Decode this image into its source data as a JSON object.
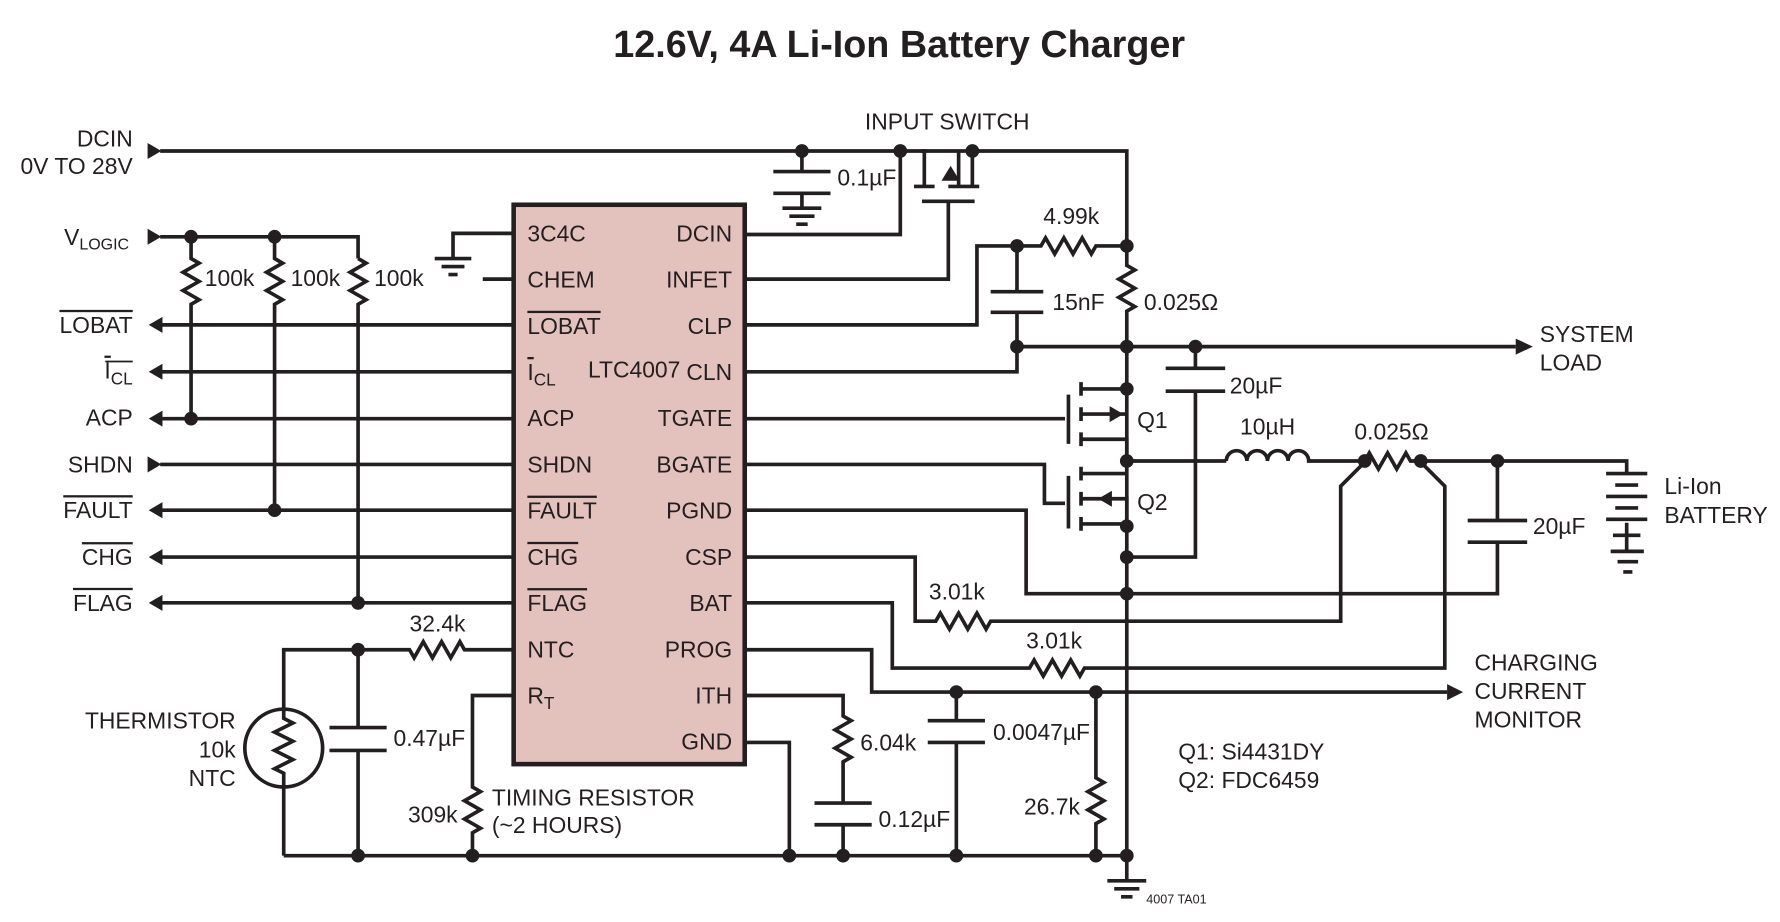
{
  "title": "12.6V, 4A Li-Ion Battery Charger",
  "ic": {
    "name": "LTC4007",
    "fill_color": "#e3c1bc",
    "left_pins": [
      "3C4C",
      "CHEM",
      "LOBAT",
      "ICL",
      "ACP",
      "SHDN",
      "FAULT",
      "CHG",
      "FLAG",
      "NTC",
      "RT"
    ],
    "left_pins_display": {
      "icl_main": "I",
      "icl_sub": "CL",
      "rt_main": "R",
      "rt_sub": "T"
    },
    "right_pins": [
      "DCIN",
      "INFET",
      "CLP",
      "CLN",
      "TGATE",
      "BGATE",
      "PGND",
      "CSP",
      "BAT",
      "PROG",
      "ITH",
      "GND"
    ]
  },
  "inputs": {
    "dcin_line1": "DCIN",
    "dcin_line2": "0V TO 28V",
    "vlogic_main": "V",
    "vlogic_sub": "LOGIC",
    "lobat": "LOBAT",
    "icl_main": "I",
    "icl_sub": "CL",
    "acp": "ACP",
    "shdn": "SHDN",
    "fault": "FAULT",
    "chg": "CHG",
    "flag": "FLAG"
  },
  "components": {
    "pullup1": "100k",
    "pullup2": "100k",
    "pullup3": "100k",
    "c_in": "0.1µF",
    "input_switch": "INPUT SWITCH",
    "r_clp": "4.99k",
    "c_clp": "15nF",
    "r_sense_in": "0.025Ω",
    "c_sys": "20µF",
    "q1": "Q1",
    "q2": "Q2",
    "inductor": "10µH",
    "r_sense_bat": "0.025Ω",
    "c_bat": "20µF",
    "r_csp": "3.01k",
    "r_bat": "3.01k",
    "r_ntc": "32.4k",
    "c_ntc": "0.47µF",
    "thermistor_l1": "THERMISTOR",
    "thermistor_l2": "10k",
    "thermistor_l3": "NTC",
    "r_timing": "309k",
    "timing_l1": "TIMING RESISTOR",
    "timing_l2": "(~2 HOURS)",
    "r_ith": "6.04k",
    "c_ith": "0.12µF",
    "c_prog": "0.0047µF",
    "r_prog": "26.7k"
  },
  "outputs": {
    "system_load_l1": "SYSTEM",
    "system_load_l2": "LOAD",
    "battery_l1": "Li-Ion",
    "battery_l2": "BATTERY",
    "monitor_l1": "CHARGING",
    "monitor_l2": "CURRENT",
    "monitor_l3": "MONITOR"
  },
  "notes": {
    "q1_part": "Q1: Si4431DY",
    "q2_part": "Q2: FDC6459",
    "figure_id": "4007 TA01"
  }
}
